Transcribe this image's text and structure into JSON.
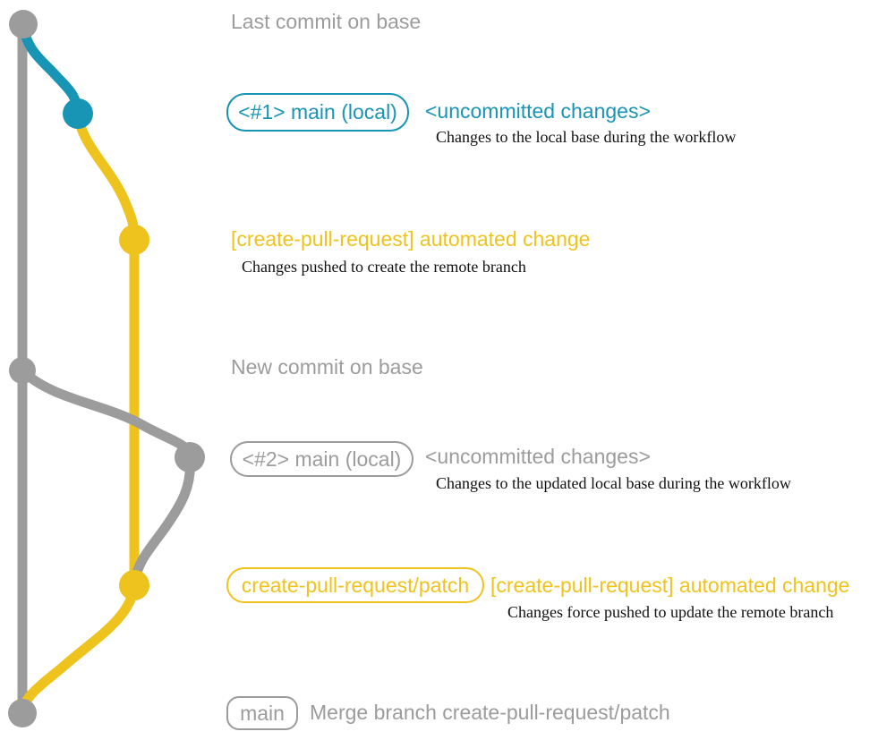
{
  "colors": {
    "gray": "#9C9C9C",
    "teal": "#1894B4",
    "yellow": "#EFC31D",
    "ink": "#111111",
    "bg": "#FFFFFF"
  },
  "diagram": {
    "events": [
      {
        "id": "last-commit-on-base",
        "title": "Last commit on base"
      },
      {
        "id": "local-main-1",
        "badge": "<#1> main (local)",
        "status": "<uncommitted changes>",
        "description": "Changes to the local base during the workflow"
      },
      {
        "id": "automated-change-1",
        "title": "[create-pull-request] automated change",
        "description": "Changes pushed to create the remote branch"
      },
      {
        "id": "new-commit-on-base",
        "title": "New commit on base"
      },
      {
        "id": "local-main-2",
        "badge": "<#2> main (local)",
        "status": "<uncommitted changes>",
        "description": "Changes to the updated local base during the workflow"
      },
      {
        "id": "automated-change-2",
        "badge": "create-pull-request/patch",
        "title": "[create-pull-request] automated change",
        "description": "Changes force pushed to update the remote branch"
      },
      {
        "id": "merge-commit",
        "badge": "main",
        "title": "Merge branch create-pull-request/patch"
      }
    ]
  }
}
